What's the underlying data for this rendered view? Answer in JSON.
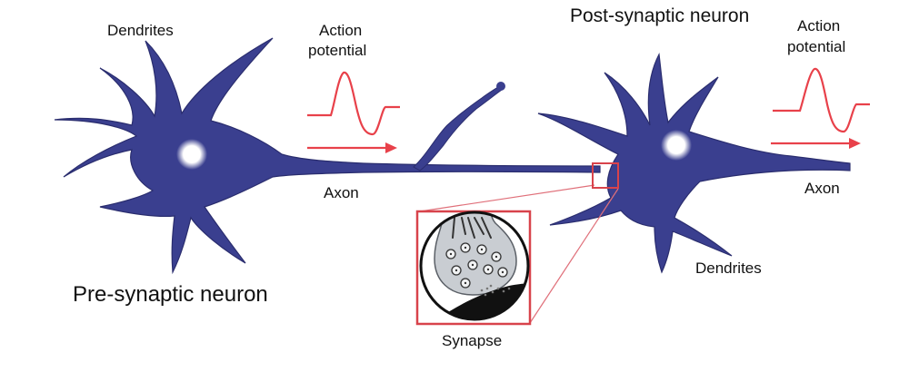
{
  "labels": {
    "dendrites_left": "Dendrites",
    "action_potential_left_line1": "Action",
    "action_potential_left_line2": "potential",
    "axon_left": "Axon",
    "pre_synaptic_neuron": "Pre-synaptic neuron",
    "post_synaptic_neuron": "Post-synaptic neuron",
    "action_potential_right_line1": "Action",
    "action_potential_right_line2": "potential",
    "axon_right": "Axon",
    "dendrites_right": "Dendrites",
    "synapse": "Synapse"
  },
  "colors": {
    "neuron": "#3a3f8f",
    "neuron_edge": "#2a2d6e",
    "nucleus": "#ffffff",
    "signal": "#e8414a",
    "zoom_box": "#d8434b",
    "synapse_fill": "#c9cdd2",
    "synapse_cleft": "#111111"
  }
}
